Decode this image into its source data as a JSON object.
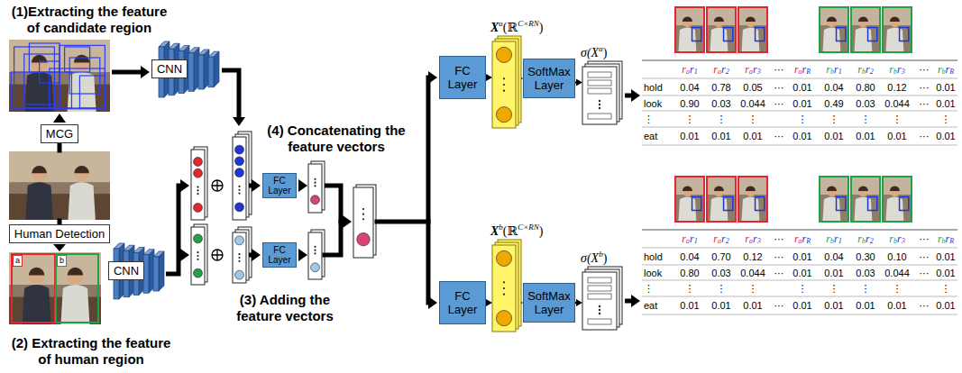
{
  "diagram": {
    "nodes": [
      {
        "text": [
          "CNN"
        ]
      },
      {
        "text": [
          "MCG"
        ]
      },
      {
        "text": [
          "Human Detection"
        ]
      },
      {
        "text": [
          "CNN"
        ]
      },
      {
        "text": [
          "FC Layer"
        ]
      },
      {
        "text": [
          "FC Layer"
        ]
      },
      {
        "text": [
          "FC Layer"
        ]
      },
      {
        "text": [
          "X",
          "a",
          "(ℝ",
          "C×RN",
          ")"
        ]
      },
      {
        "text": [
          "SoftMax Layer"
        ]
      },
      {
        "text": [
          "σ(X",
          "a",
          ")"
        ]
      },
      {
        "text": [
          "FC Layer"
        ]
      },
      {
        "text": [
          "X",
          "b",
          "(ℝ",
          "C×RN",
          ")"
        ]
      },
      {
        "text": [
          "SoftMax Layer"
        ]
      },
      {
        "text": [
          "σ(X",
          "b",
          ")"
        ]
      }
    ],
    "edges": [
      {
        "from": 6,
        "to": 7,
        "arrow": "to"
      },
      {
        "from": 7,
        "to": 8,
        "arrow": "to"
      },
      {
        "from": 8,
        "to": 9,
        "arrow": "to"
      },
      {
        "from": 10,
        "to": 11,
        "arrow": "to"
      },
      {
        "from": 11,
        "to": 12,
        "arrow": "to"
      },
      {
        "from": 12,
        "to": 13,
        "arrow": "to"
      }
    ],
    "labels": [
      "(1)Extracting the feature of candidate region",
      "(2) Extracting the feature of human region",
      "(3) Adding the feature vectors",
      "(4) Concatenating the feature vectors",
      "a",
      "b",
      "r",
      "a",
      "r",
      "1",
      "r",
      "a",
      "r",
      "2",
      "r",
      "a",
      "r",
      "3",
      "⋯",
      "r",
      "a",
      "r",
      "R",
      "r",
      "b",
      "r",
      "1",
      "r",
      "b",
      "r",
      "2",
      "r",
      "b",
      "r",
      "3",
      "⋯",
      "r",
      "b",
      "r",
      "R",
      "hold",
      "0.04",
      "0.78",
      "0.05",
      "⋯",
      "0.01",
      "0.04",
      "0.80",
      "0.12",
      "⋯",
      "0.01",
      "look",
      "0.90",
      "0.03",
      "0.044",
      "⋯",
      "0.01",
      "0.49",
      "0.03",
      "0.044",
      "⋯",
      "0.01",
      "⋮",
      "⋮",
      "⋮",
      "⋮",
      "⋮",
      "⋮",
      "⋮",
      "⋮",
      "⋮",
      "eat",
      "0.01",
      "0.01",
      "0.01",
      "⋯",
      "0.01",
      "0.01",
      "0.01",
      "0.01",
      "⋯",
      "0.01",
      "r",
      "a",
      "r",
      "1",
      "r",
      "a",
      "r",
      "2",
      "r",
      "a",
      "r",
      "3",
      "⋯",
      "r",
      "a",
      "r",
      "R",
      "r",
      "b",
      "r",
      "1",
      "r",
      "b",
      "r",
      "2",
      "r",
      "b",
      "r",
      "3",
      "⋯",
      "r",
      "b",
      "r",
      "R",
      "hold",
      "0.04",
      "0.70",
      "0.12",
      "⋯",
      "0.01",
      "0.04",
      "0.30",
      "0.10",
      "⋯",
      "0.01",
      "look",
      "0.80",
      "0.03",
      "0.044",
      "⋯",
      "0.01",
      "0.01",
      "0.03",
      "0.044",
      "⋯",
      "0.01",
      "⋮",
      "⋮",
      "⋮",
      "⋮",
      "⋮",
      "⋮",
      "⋮",
      "⋮",
      "⋮",
      "eat",
      "0.01",
      "0.01",
      "0.01",
      "⋯",
      "0.01",
      "0.01",
      "0.01",
      "0.01",
      "⋯",
      "0.01"
    ]
  }
}
